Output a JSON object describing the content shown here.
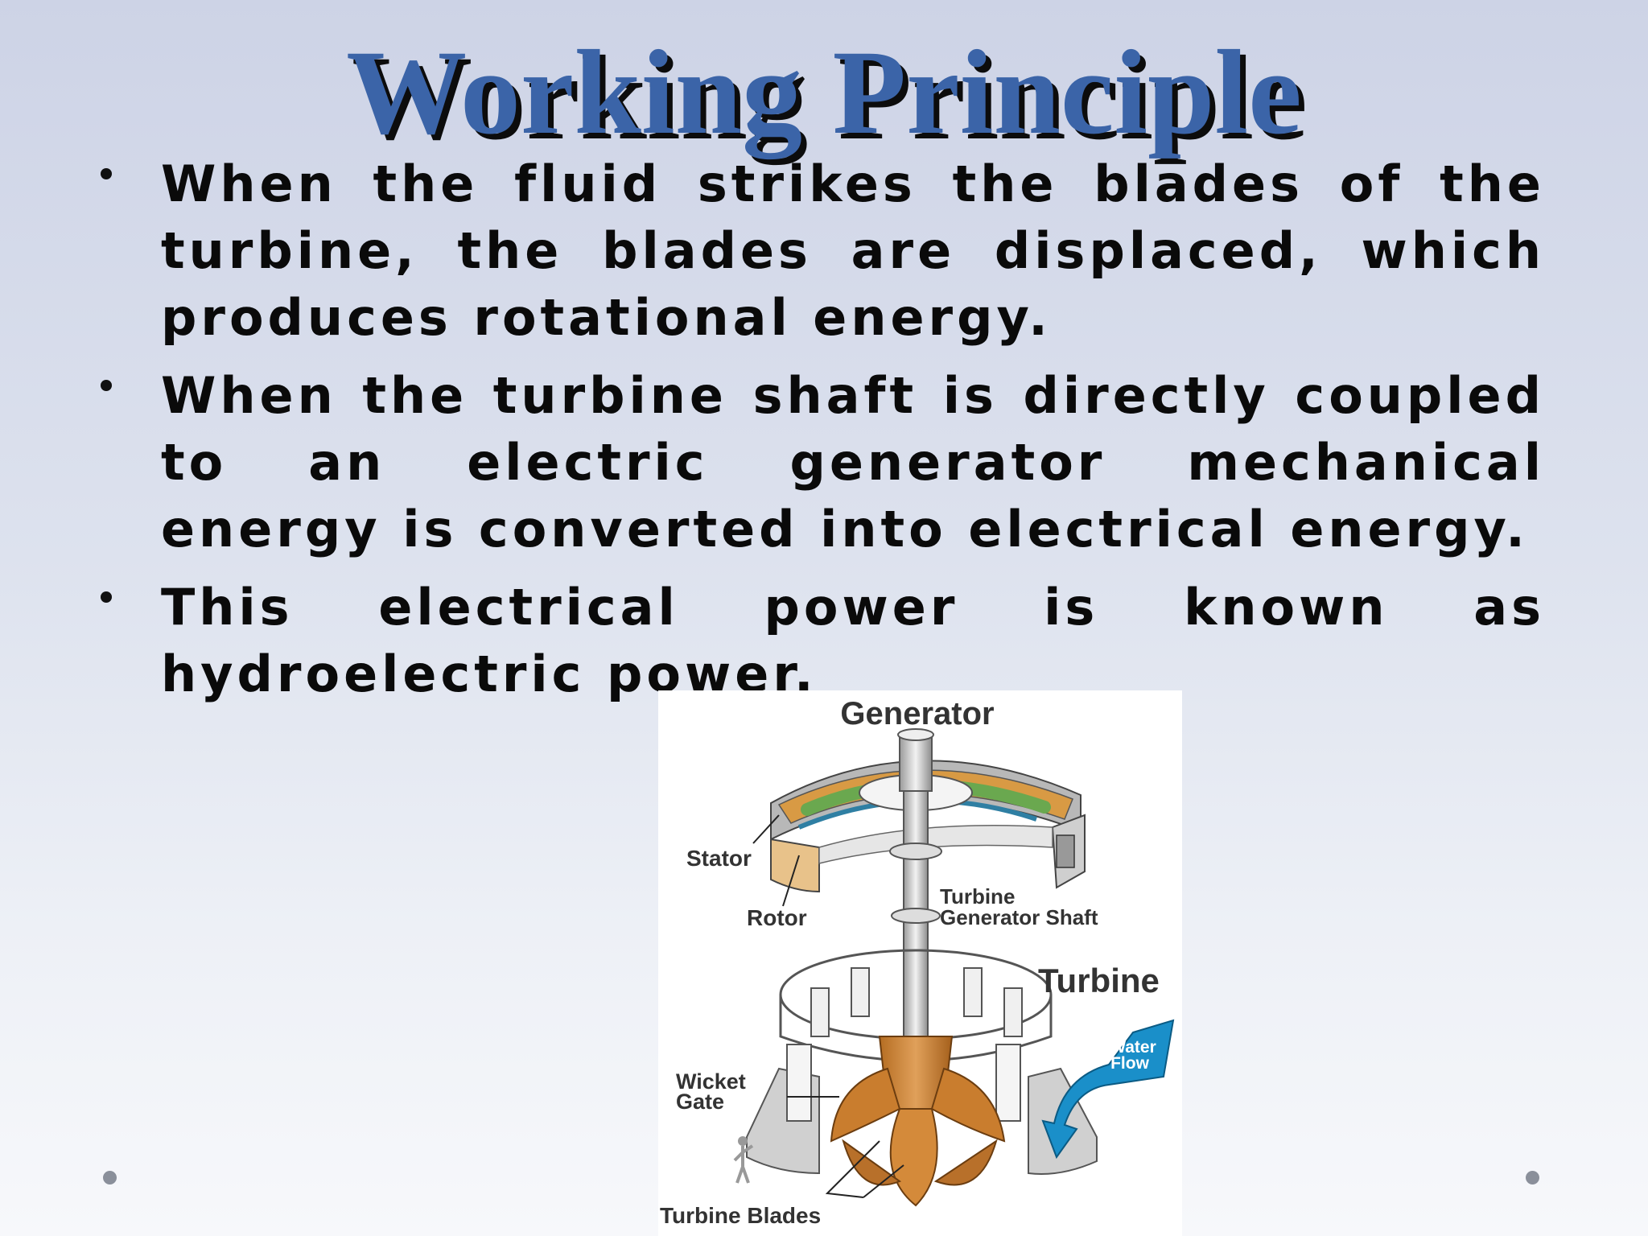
{
  "slide": {
    "title": "Working Principle",
    "bullets": [
      "When the fluid strikes the blades of the turbine, the blades are displaced, which produces rotational energy.",
      "When the turbine shaft is directly coupled to an electric generator mechanical energy is converted into electrical energy.",
      "This electrical power is known as hydroelectric power."
    ]
  },
  "diagram": {
    "labels": {
      "generator": "Generator",
      "stator": "Stator",
      "rotor": "Rotor",
      "shaft_line1": "Turbine",
      "shaft_line2": "Generator Shaft",
      "turbine": "Turbine",
      "water_line1": "Water",
      "water_line2": "Flow",
      "wicket_line1": "Wicket",
      "wicket_line2": "Gate",
      "blades": "Turbine Blades"
    }
  },
  "colors": {
    "title": "#3b64a8",
    "title_shadow": "#0c0c0c",
    "body_text": "#0a0a0a",
    "rotor_orange": "#d48a3a",
    "rotor_green": "#6aa84f",
    "water_arrow": "#1a8fc9"
  }
}
